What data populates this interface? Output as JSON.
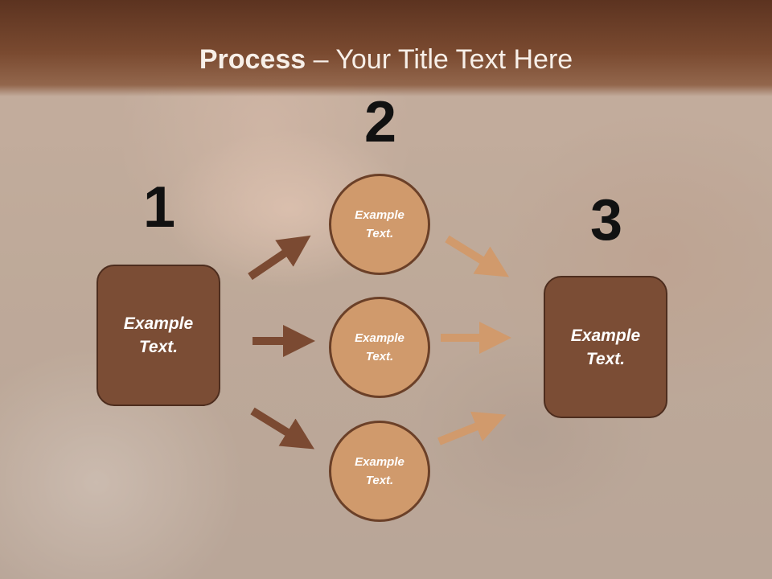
{
  "slide": {
    "title_bold": "Process",
    "title_rest": " – Your Title Text Here"
  },
  "steps": {
    "n1": "1",
    "n2": "2",
    "n3": "3"
  },
  "left_box": {
    "label": "Example Text."
  },
  "circles": [
    {
      "label": "Example Text."
    },
    {
      "label": "Example Text."
    },
    {
      "label": "Example Text."
    }
  ],
  "right_box": {
    "label": "Example Text."
  },
  "colors": {
    "header": "#7a4a30",
    "box_fill": "#7b4d35",
    "circle_fill": "#d09a6c",
    "arrow_dark": "#7b4a32",
    "arrow_light": "#d19a6c"
  }
}
